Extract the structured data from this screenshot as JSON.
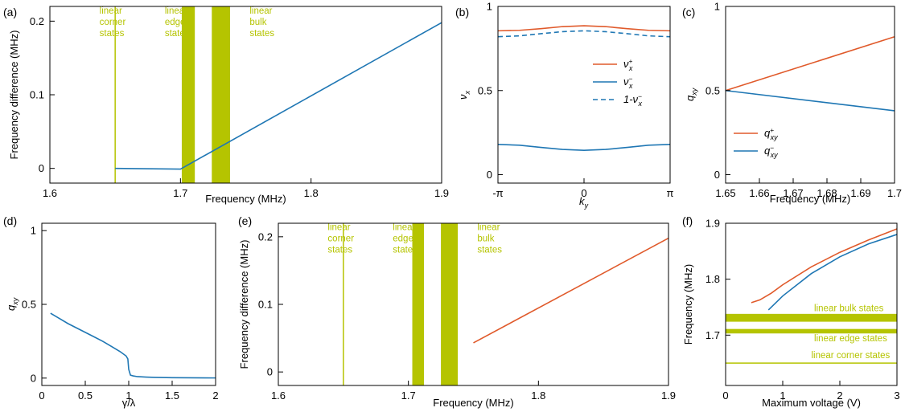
{
  "colors": {
    "orange": "#e05a2b",
    "blue": "#1f77b4",
    "band": "#b5c400",
    "axis": "#000000"
  },
  "chart_data": [
    {
      "id": "a",
      "type": "line",
      "panel_label": "(a)",
      "xlabel": "Frequency (MHz)",
      "ylabel": "Frequency difference (MHz)",
      "xlim": [
        1.6,
        1.9
      ],
      "ylim": [
        -0.02,
        0.22
      ],
      "xticks": [
        {
          "v": 1.6,
          "label": "1.6"
        },
        {
          "v": 1.7,
          "label": "1.7"
        },
        {
          "v": 1.8,
          "label": "1.8"
        },
        {
          "v": 1.9,
          "label": "1.9"
        }
      ],
      "yticks": [
        {
          "v": 0,
          "label": "0"
        },
        {
          "v": 0.1,
          "label": "0.1"
        },
        {
          "v": 0.2,
          "label": "0.2"
        }
      ],
      "vlines": [
        {
          "x": 1.65
        }
      ],
      "vbands": [
        {
          "x0": 1.701,
          "x1": 1.711
        },
        {
          "x0": 1.724,
          "x1": 1.738
        }
      ],
      "band_labels": [
        {
          "x": 1.638,
          "y": 0.21,
          "lines": [
            "linear",
            "corner",
            "states"
          ]
        },
        {
          "x": 1.688,
          "y": 0.21,
          "lines": [
            "linear",
            "edge",
            "states"
          ]
        },
        {
          "x": 1.753,
          "y": 0.21,
          "lines": [
            "linear",
            "bulk",
            "states"
          ]
        }
      ],
      "series": [
        {
          "color": "blue",
          "x": [
            1.65,
            1.7,
            1.701,
            1.9
          ],
          "y": [
            0.0,
            -0.001,
            0.0,
            0.198
          ]
        }
      ]
    },
    {
      "id": "b",
      "type": "line",
      "panel_label": "(b)",
      "xlabel": "k_y",
      "ylabel": "ν_x",
      "xlim": [
        -3.14159,
        3.14159
      ],
      "ylim": [
        -0.05,
        1.0
      ],
      "xticks": [
        {
          "v": -3.14159,
          "label": "-π"
        },
        {
          "v": 0,
          "label": "0"
        },
        {
          "v": 3.14159,
          "label": "π"
        }
      ],
      "yticks": [
        {
          "v": 0,
          "label": "0"
        },
        {
          "v": 0.5,
          "label": "0.5"
        },
        {
          "v": 1,
          "label": "1"
        }
      ],
      "legend": {
        "position": "right",
        "entries": [
          {
            "color": "orange",
            "dash": false,
            "base": "ν",
            "sub": "x",
            "sup": "+"
          },
          {
            "color": "blue",
            "dash": false,
            "base": "ν",
            "sub": "x",
            "sup": "−"
          },
          {
            "color": "blue",
            "dash": true,
            "base": "1-ν",
            "sub": "x",
            "sup": "−"
          }
        ]
      },
      "series": [
        {
          "color": "orange",
          "dash": false,
          "x": [
            -3.14159,
            -2.356,
            -1.571,
            -0.785,
            0,
            0.785,
            1.571,
            2.356,
            3.14159
          ],
          "y": [
            0.855,
            0.858,
            0.868,
            0.88,
            0.885,
            0.88,
            0.868,
            0.858,
            0.855
          ]
        },
        {
          "color": "blue",
          "dash": false,
          "x": [
            -3.14159,
            -2.356,
            -1.571,
            -0.785,
            0,
            0.785,
            1.571,
            2.356,
            3.14159
          ],
          "y": [
            0.18,
            0.175,
            0.162,
            0.15,
            0.145,
            0.15,
            0.162,
            0.175,
            0.18
          ]
        },
        {
          "color": "blue",
          "dash": true,
          "x": [
            -3.14159,
            -2.356,
            -1.571,
            -0.785,
            0,
            0.785,
            1.571,
            2.356,
            3.14159
          ],
          "y": [
            0.82,
            0.825,
            0.838,
            0.85,
            0.855,
            0.85,
            0.838,
            0.825,
            0.82
          ]
        }
      ]
    },
    {
      "id": "c",
      "type": "line",
      "panel_label": "(c)",
      "xlabel": "Frequency (MHz)",
      "ylabel": "q_xy",
      "xlim": [
        1.65,
        1.7
      ],
      "ylim": [
        -0.05,
        1.0
      ],
      "xticks": [
        {
          "v": 1.65,
          "label": "1.65"
        },
        {
          "v": 1.66,
          "label": "1.66"
        },
        {
          "v": 1.67,
          "label": "1.67"
        },
        {
          "v": 1.68,
          "label": "1.68"
        },
        {
          "v": 1.69,
          "label": "1.69"
        },
        {
          "v": 1.7,
          "label": "1.7"
        }
      ],
      "yticks": [
        {
          "v": 0,
          "label": "0"
        },
        {
          "v": 0.5,
          "label": "0.5"
        },
        {
          "v": 1,
          "label": "1"
        }
      ],
      "legend": {
        "position": "bottom-left",
        "entries": [
          {
            "color": "orange",
            "dash": false,
            "base": "q",
            "sub": "xy",
            "sup": "+"
          },
          {
            "color": "blue",
            "dash": false,
            "base": "q",
            "sub": "xy",
            "sup": "−"
          }
        ]
      },
      "series": [
        {
          "color": "orange",
          "x": [
            1.65,
            1.7
          ],
          "y": [
            0.5,
            0.82
          ]
        },
        {
          "color": "blue",
          "x": [
            1.65,
            1.7
          ],
          "y": [
            0.5,
            0.38
          ]
        }
      ]
    },
    {
      "id": "d",
      "type": "line",
      "panel_label": "(d)",
      "xlabel": "γ/λ",
      "ylabel": "q_xy",
      "xlim": [
        0,
        2
      ],
      "ylim": [
        -0.05,
        1.05
      ],
      "xticks": [
        {
          "v": 0,
          "label": "0"
        },
        {
          "v": 0.5,
          "label": "0.5"
        },
        {
          "v": 1,
          "label": "1"
        },
        {
          "v": 1.5,
          "label": "1.5"
        },
        {
          "v": 2,
          "label": "2"
        }
      ],
      "yticks": [
        {
          "v": 0,
          "label": "0"
        },
        {
          "v": 0.5,
          "label": "0.5"
        },
        {
          "v": 1,
          "label": "1"
        }
      ],
      "series": [
        {
          "color": "blue",
          "x": [
            0.1,
            0.2,
            0.3,
            0.4,
            0.5,
            0.6,
            0.7,
            0.8,
            0.9,
            0.97,
            0.99,
            1.0,
            1.02,
            1.05,
            1.1,
            1.2,
            1.3,
            1.5,
            1.7,
            2.0
          ],
          "y": [
            0.44,
            0.405,
            0.37,
            0.34,
            0.31,
            0.28,
            0.25,
            0.215,
            0.18,
            0.15,
            0.13,
            0.06,
            0.02,
            0.015,
            0.01,
            0.007,
            0.005,
            0.003,
            0.002,
            0.001
          ]
        }
      ]
    },
    {
      "id": "e",
      "type": "line",
      "panel_label": "(e)",
      "xlabel": "Frequency (MHz)",
      "ylabel": "Frequency difference (MHz)",
      "xlim": [
        1.6,
        1.9
      ],
      "ylim": [
        -0.02,
        0.22
      ],
      "xticks": [
        {
          "v": 1.6,
          "label": "1.6"
        },
        {
          "v": 1.7,
          "label": "1.7"
        },
        {
          "v": 1.8,
          "label": "1.8"
        },
        {
          "v": 1.9,
          "label": "1.9"
        }
      ],
      "yticks": [
        {
          "v": 0,
          "label": "0"
        },
        {
          "v": 0.1,
          "label": "0.1"
        },
        {
          "v": 0.2,
          "label": "0.2"
        }
      ],
      "vlines": [
        {
          "x": 1.65
        }
      ],
      "vbands": [
        {
          "x0": 1.703,
          "x1": 1.712
        },
        {
          "x0": 1.725,
          "x1": 1.738
        }
      ],
      "band_labels": [
        {
          "x": 1.638,
          "y": 0.21,
          "lines": [
            "linear",
            "corner",
            "states"
          ]
        },
        {
          "x": 1.688,
          "y": 0.21,
          "lines": [
            "linear",
            "edge",
            "states"
          ]
        },
        {
          "x": 1.753,
          "y": 0.21,
          "lines": [
            "linear",
            "bulk",
            "states"
          ]
        }
      ],
      "series": [
        {
          "color": "orange",
          "x": [
            1.75,
            1.9
          ],
          "y": [
            0.043,
            0.198
          ]
        }
      ]
    },
    {
      "id": "f",
      "type": "line",
      "panel_label": "(f)",
      "xlabel": "Maximum voltage (V)",
      "ylabel": "Frequency (MHz)",
      "xlim": [
        0,
        3
      ],
      "ylim": [
        1.61,
        1.9
      ],
      "xticks": [
        {
          "v": 0,
          "label": "0"
        },
        {
          "v": 1,
          "label": "1"
        },
        {
          "v": 2,
          "label": "2"
        },
        {
          "v": 3,
          "label": "3"
        }
      ],
      "yticks": [
        {
          "v": 1.7,
          "label": "1.7"
        },
        {
          "v": 1.8,
          "label": "1.8"
        },
        {
          "v": 1.9,
          "label": "1.9"
        }
      ],
      "hbands": [
        {
          "y0": 1.724,
          "y1": 1.738
        },
        {
          "y0": 1.703,
          "y1": 1.711
        }
      ],
      "hlines": [
        {
          "y": 1.65
        }
      ],
      "band_labels": [
        {
          "x": 1.55,
          "y": 1.743,
          "lines": [
            "linear bulk states"
          ]
        },
        {
          "x": 1.55,
          "y": 1.689,
          "lines": [
            "linear edge states"
          ]
        },
        {
          "x": 1.5,
          "y": 1.659,
          "lines": [
            "linear corner states"
          ]
        }
      ],
      "series": [
        {
          "color": "orange",
          "x": [
            0.45,
            0.6,
            0.8,
            1.0,
            1.5,
            2.0,
            2.5,
            3.0
          ],
          "y": [
            1.758,
            1.763,
            1.775,
            1.79,
            1.822,
            1.848,
            1.87,
            1.89
          ]
        },
        {
          "color": "blue",
          "x": [
            0.75,
            0.9,
            1.0,
            1.5,
            2.0,
            2.5,
            3.0
          ],
          "y": [
            1.745,
            1.76,
            1.77,
            1.81,
            1.84,
            1.863,
            1.88
          ]
        }
      ]
    }
  ]
}
